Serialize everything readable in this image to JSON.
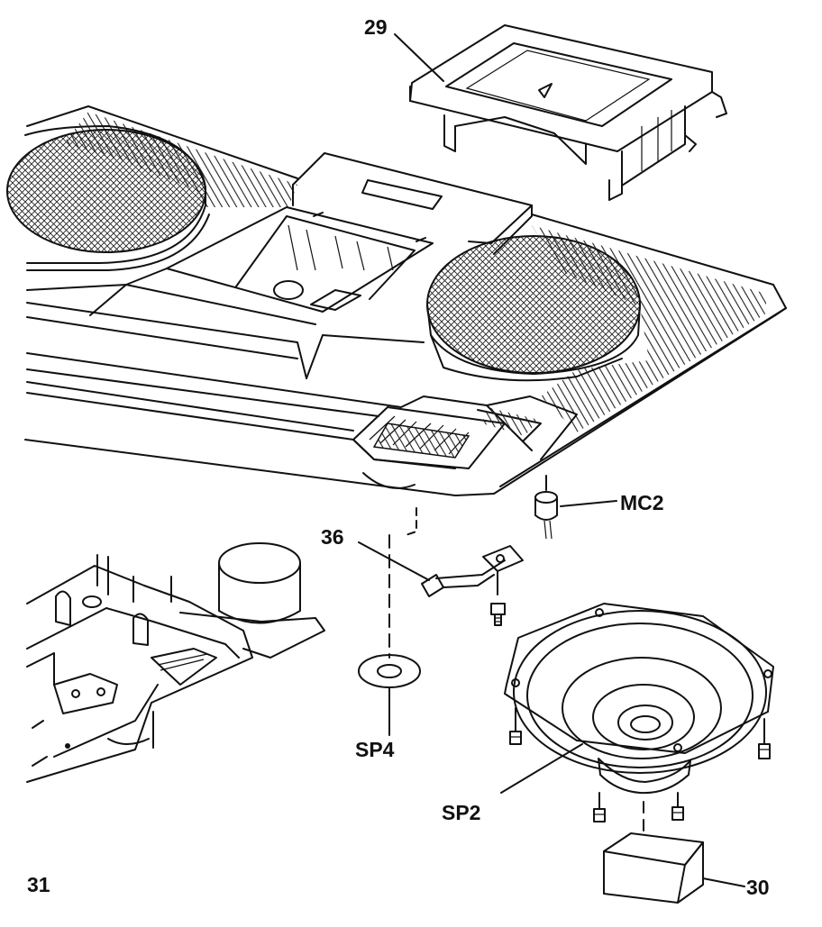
{
  "labels": {
    "part_29": "29",
    "part_mc2": "MC2",
    "part_36": "36",
    "part_sp4": "SP4",
    "part_sp2": "SP2",
    "part_31": "31",
    "part_30": "30"
  },
  "colors": {
    "ink": "#111111",
    "paper": "#ffffff"
  }
}
